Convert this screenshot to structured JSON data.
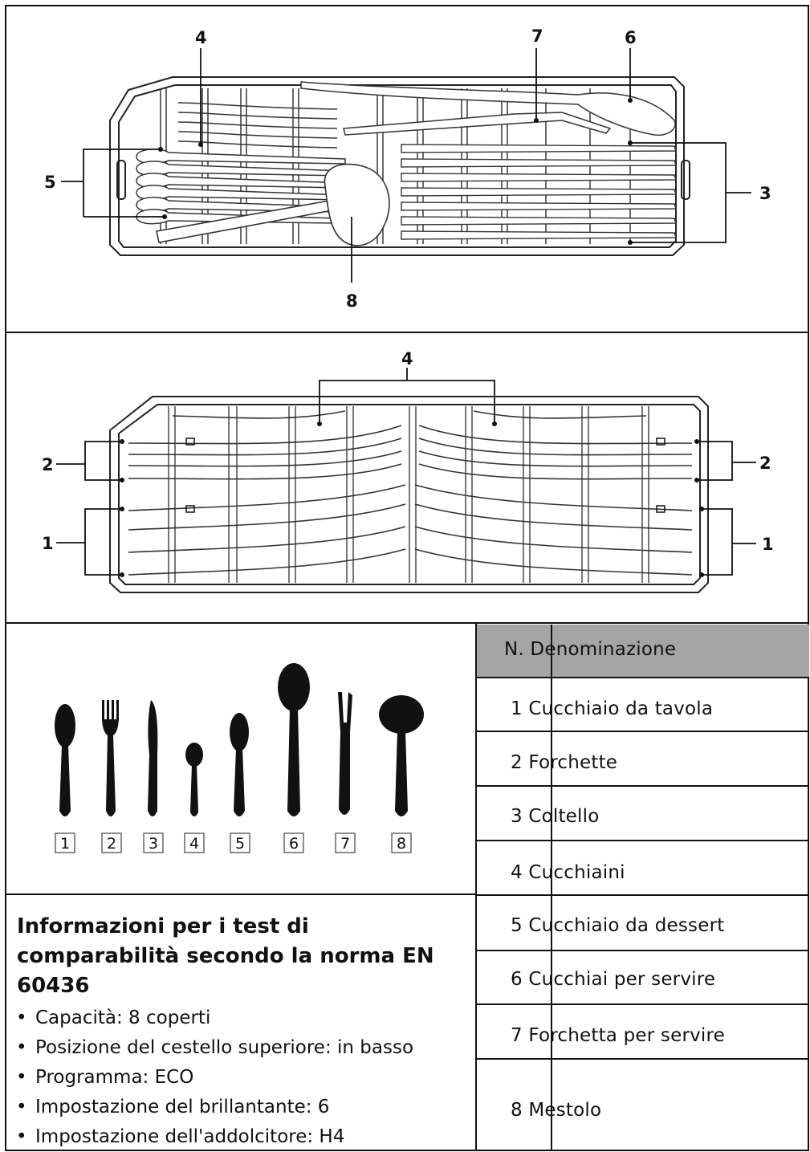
{
  "diagram_top": {
    "callouts": [
      "4",
      "7",
      "6",
      "5",
      "3",
      "8"
    ]
  },
  "diagram_bottom": {
    "callouts": [
      "4",
      "2",
      "2",
      "1",
      "1"
    ]
  },
  "utensil_icons": [
    {
      "num": "1",
      "icon": "tablespoon-icon"
    },
    {
      "num": "2",
      "icon": "fork-icon"
    },
    {
      "num": "3",
      "icon": "knife-icon"
    },
    {
      "num": "4",
      "icon": "teaspoon-icon"
    },
    {
      "num": "5",
      "icon": "dessert-spoon-icon"
    },
    {
      "num": "6",
      "icon": "serving-spoon-icon"
    },
    {
      "num": "7",
      "icon": "serving-fork-icon"
    },
    {
      "num": "8",
      "icon": "ladle-icon"
    }
  ],
  "table": {
    "header": "N. Denominazione",
    "rows": [
      "1 Cucchiaio da tavola",
      "2 Forchette",
      "3 Coltello",
      "4 Cucchiaini",
      "5 Cucchiaio da dessert",
      "6 Cucchiai per servire",
      "7 Forchetta per servire",
      "8 Mestolo"
    ]
  },
  "info": {
    "title": "Informazioni per i test di comparabilità secondo la norma EN 60436",
    "items": [
      "Capacità: 8 coperti",
      "Posizione del cestello superiore: in basso",
      "Programma: ECO",
      "Impostazione del brillantante: 6",
      "Impostazione dell'addolcitore: H4"
    ]
  }
}
